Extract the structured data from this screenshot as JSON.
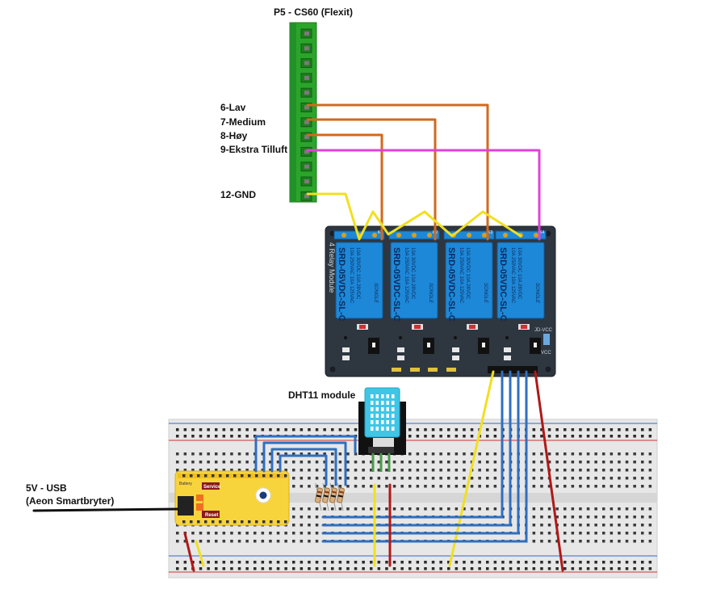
{
  "connector": {
    "title": "P5 - CS60 (Flexit)"
  },
  "pins": {
    "p6": "6-Lav",
    "p7": "7-Medium",
    "p8": "8-Høy",
    "p9": "9-Ekstra Tilluft",
    "p12": "12-GND"
  },
  "relay_module": {
    "side_label": "4 Relay Module",
    "relay_model": "SRD-05VDC-SL-C",
    "relay_brand": "SONGLE",
    "relay_rating_1": "10A 250VAC  10A 125VAC",
    "relay_rating_2": "10A 30VDC  10A 28VDC",
    "jumper_top": "JD-VCC",
    "jumper_bottom": "VCC",
    "channel_labels": [
      "K1",
      "K2",
      "K3",
      "K4"
    ]
  },
  "sensor": {
    "label": "DHT11 module"
  },
  "power": {
    "line1": "5V - USB",
    "line2": "(Aeon Smartbryter)"
  },
  "controller": {
    "service_label": "Service",
    "reset_label": "Reset",
    "battery_label": "Battery"
  },
  "colors": {
    "connector_green": "#2aa52a",
    "wire_orange": "#d2691e",
    "wire_magenta": "#e040d8",
    "wire_yellow": "#f0e020",
    "wire_blue": "#2f6fc0",
    "wire_red": "#b01818",
    "relay_blue": "#1e88d8",
    "module_dark": "#2e3640",
    "board_yellow": "#f7d43c",
    "dht_cyan": "#3fc6e6"
  }
}
